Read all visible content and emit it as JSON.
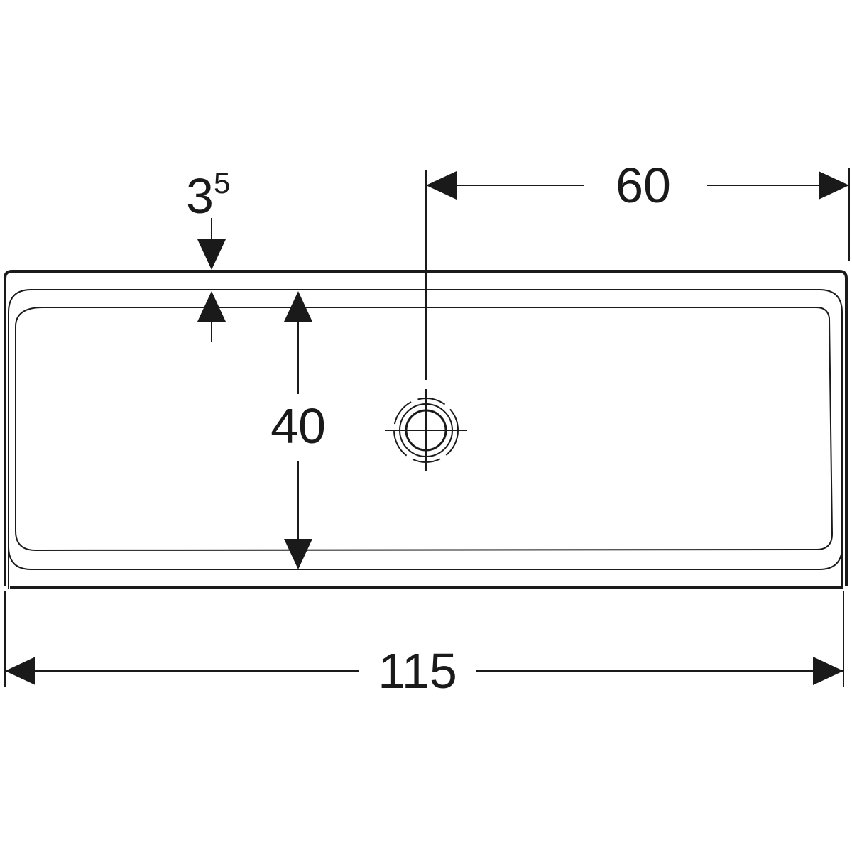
{
  "drawing": {
    "type": "technical-dimension-drawing",
    "dimensions": {
      "overall_width": "115",
      "drain_offset": "60",
      "bowl_depth": "40",
      "rim_thickness_main": "3",
      "rim_thickness_superscript": "5"
    },
    "colors": {
      "line": "#1a1a1a",
      "background": "#ffffff"
    }
  }
}
